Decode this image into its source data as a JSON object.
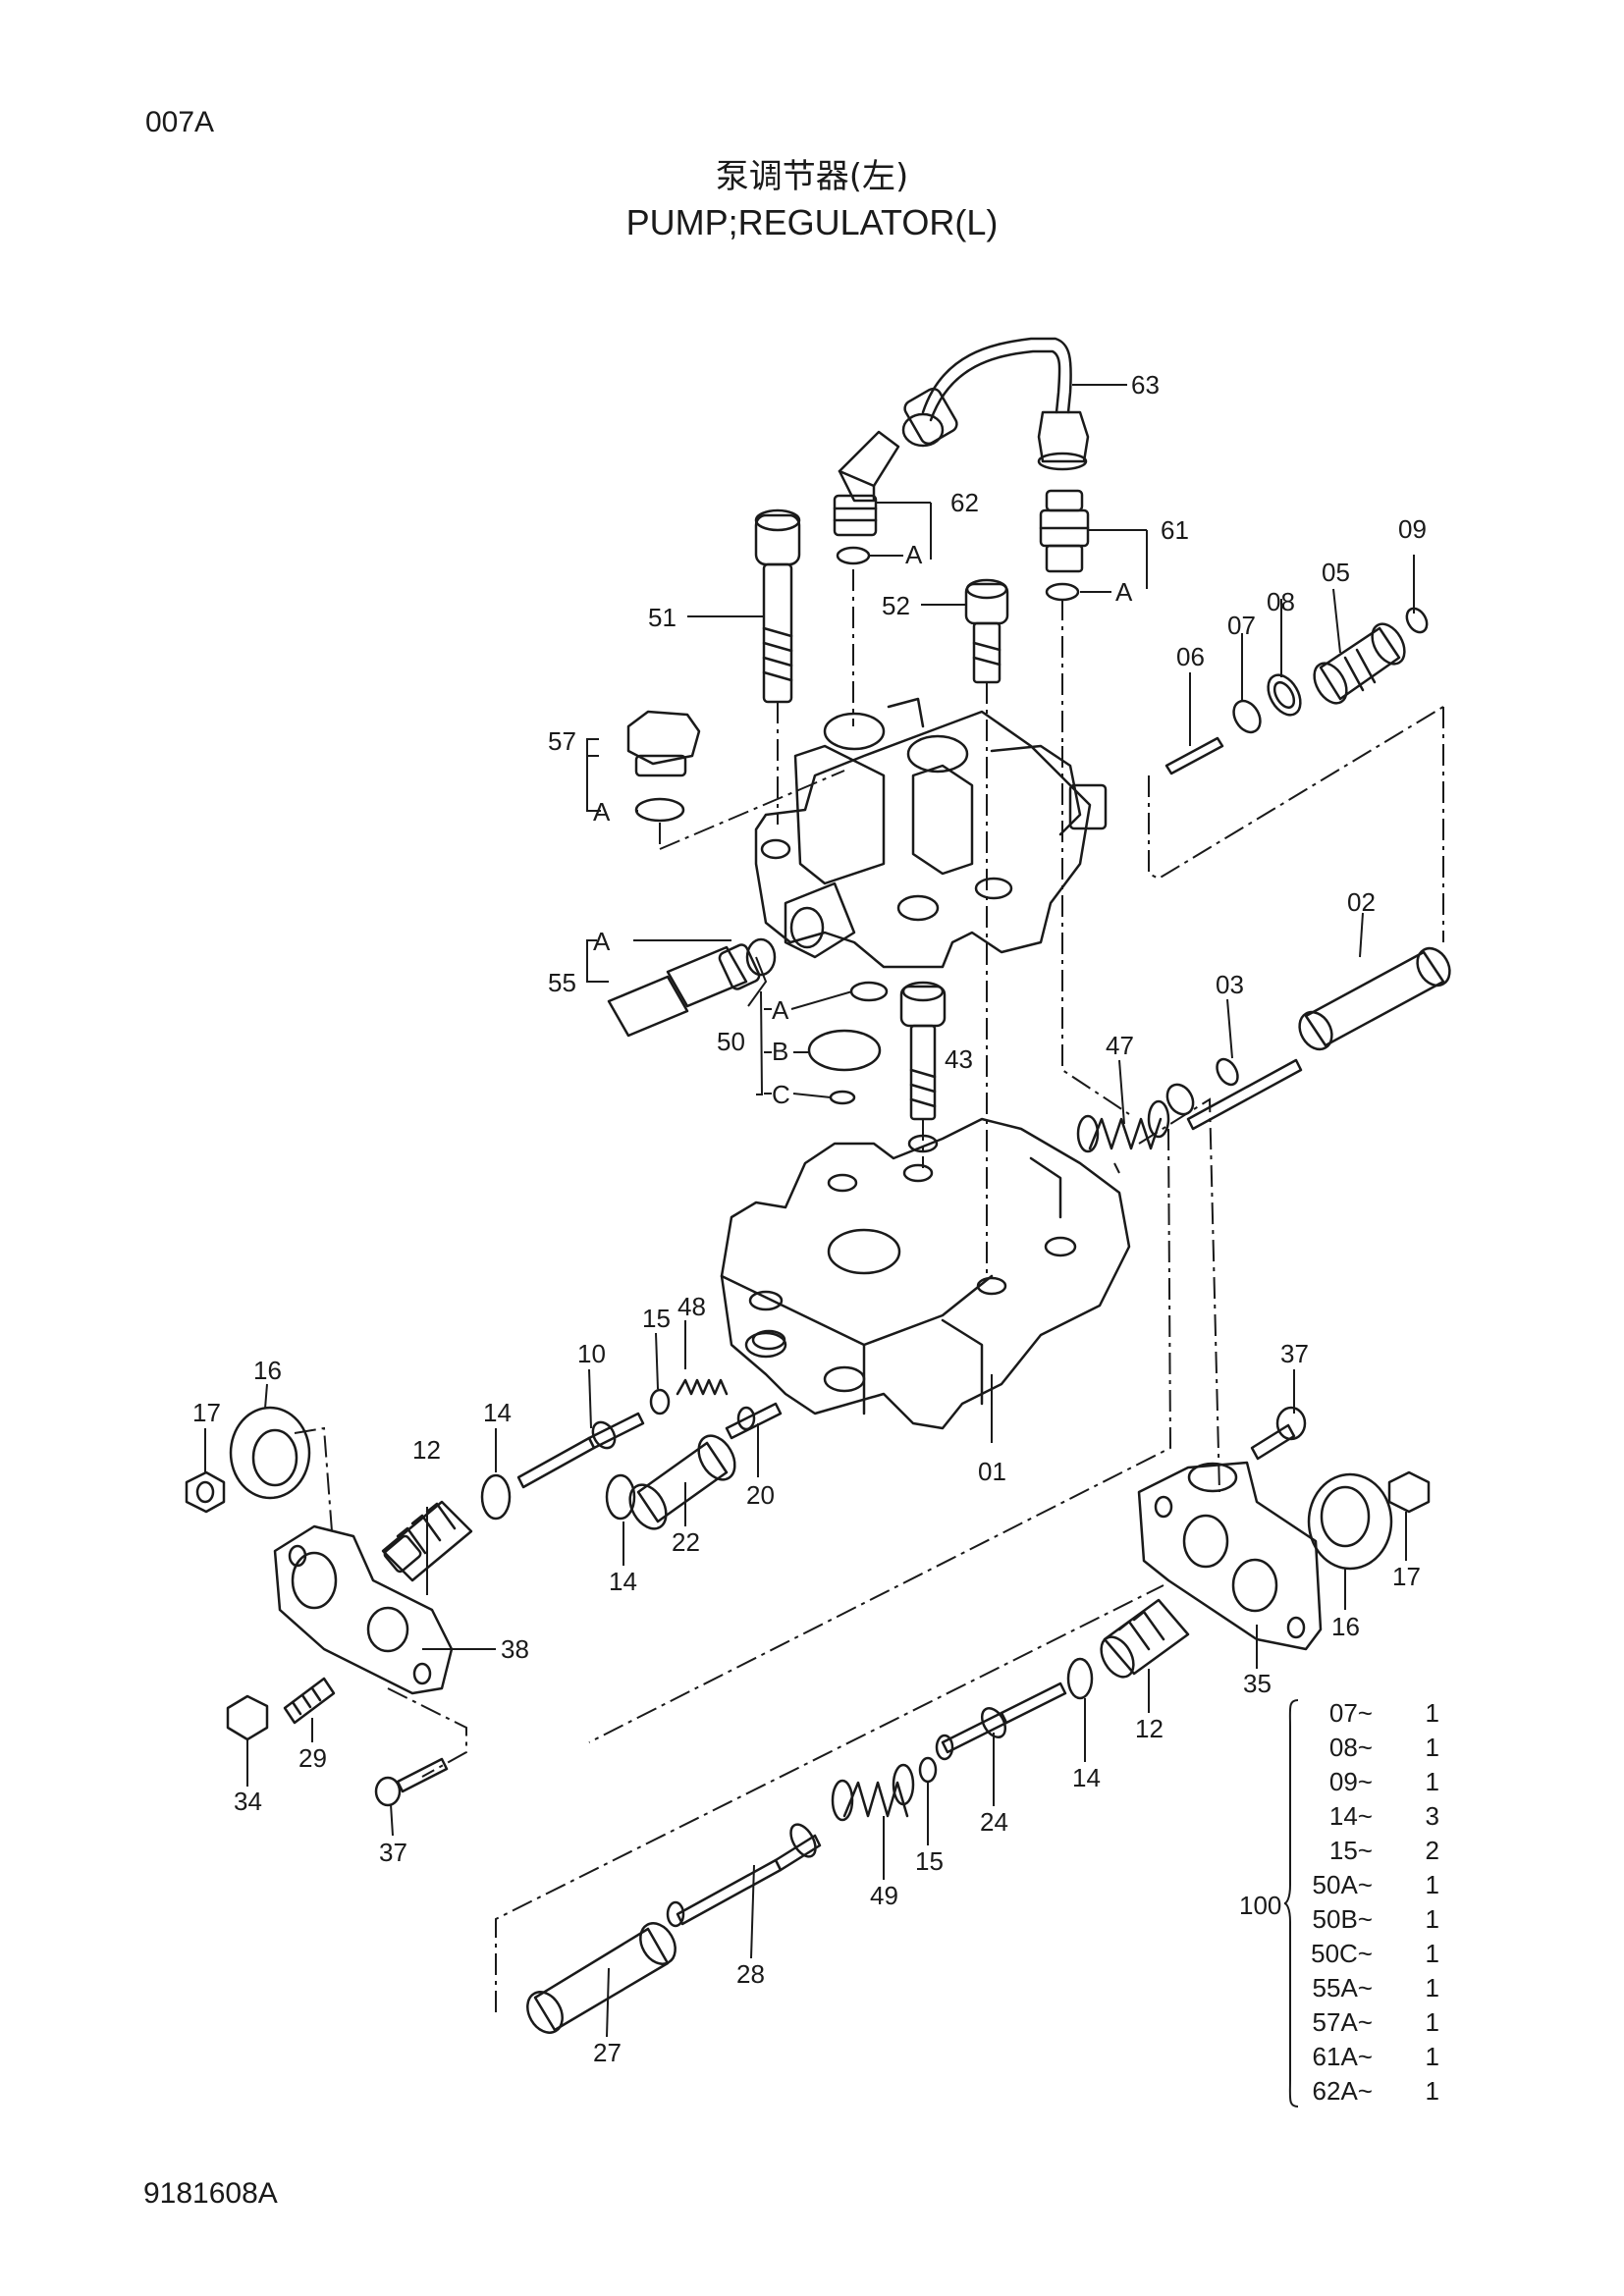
{
  "header": {
    "page_code": "007A",
    "title_cn": "泵调节器(左)",
    "title_en": "PUMP;REGULATOR(L)"
  },
  "footer": {
    "drawing_number": "9181608A"
  },
  "callouts": {
    "p63": "63",
    "p62": "62",
    "p61": "61",
    "p09": "09",
    "p05": "05",
    "p08": "08",
    "p07": "07",
    "p06": "06",
    "p51": "51",
    "p52": "52",
    "p57": "57",
    "p55": "55",
    "p50": "50",
    "p43": "43",
    "p02": "02",
    "p03": "03",
    "p47": "47",
    "p48": "48",
    "p15a": "15",
    "p10": "10",
    "p14a": "14",
    "p14b": "14",
    "p16a": "16",
    "p17a": "17",
    "p12a": "12",
    "p22": "22",
    "p20": "20",
    "p01": "01",
    "p37a": "37",
    "p38": "38",
    "p29": "29",
    "p34": "34",
    "p37b": "37",
    "p35": "35",
    "p16b": "16",
    "p17b": "17",
    "p12b": "12",
    "p14c": "14",
    "p24": "24",
    "p15b": "15",
    "p49": "49",
    "p28": "28",
    "p27": "27",
    "sub_a": "A",
    "sub_b": "B",
    "sub_c": "C"
  },
  "kit": {
    "label": "100",
    "items": [
      {
        "code": "07~",
        "qty": "1"
      },
      {
        "code": "08~",
        "qty": "1"
      },
      {
        "code": "09~",
        "qty": "1"
      },
      {
        "code": "14~",
        "qty": "3"
      },
      {
        "code": "15~",
        "qty": "2"
      },
      {
        "code": "50A~",
        "qty": "1"
      },
      {
        "code": "50B~",
        "qty": "1"
      },
      {
        "code": "50C~",
        "qty": "1"
      },
      {
        "code": "55A~",
        "qty": "1"
      },
      {
        "code": "57A~",
        "qty": "1"
      },
      {
        "code": "61A~",
        "qty": "1"
      },
      {
        "code": "62A~",
        "qty": "1"
      }
    ]
  }
}
